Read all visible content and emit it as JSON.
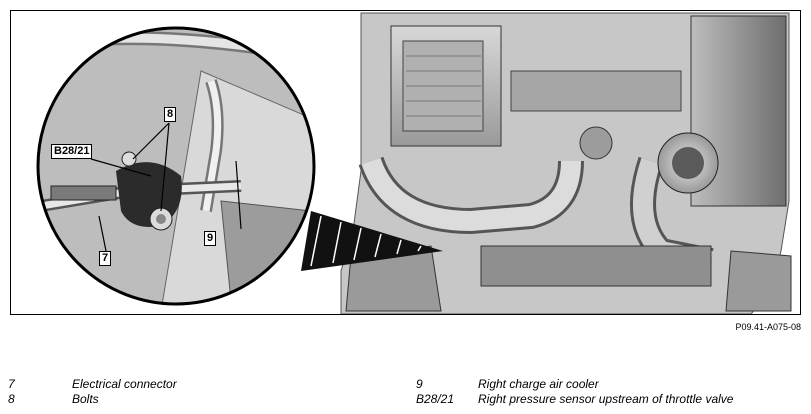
{
  "figure": {
    "reference": "P09.41-A075-08",
    "callouts": {
      "c8": "8",
      "b2821": "B28/21",
      "c9": "9",
      "c7": "7"
    }
  },
  "legend": [
    {
      "num": "7",
      "text": "Electrical connector"
    },
    {
      "num": "8",
      "text": "Bolts"
    },
    {
      "num": "9",
      "text": "Right charge air cooler"
    },
    {
      "num": "B28/21",
      "text": "Right pressure sensor upstream of throttle valve"
    }
  ]
}
